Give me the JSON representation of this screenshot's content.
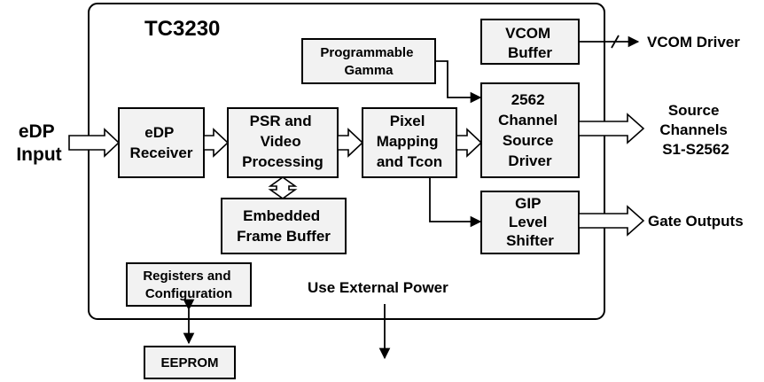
{
  "chip": {
    "title": "TC3230"
  },
  "blocks": {
    "edp_receiver": [
      "eDP",
      "Receiver"
    ],
    "psr_video": [
      "PSR and",
      "Video",
      "Processing"
    ],
    "pixel_mapping": [
      "Pixel",
      "Mapping",
      "and Tcon"
    ],
    "source_driver": [
      "2562",
      "Channel",
      "Source",
      "Driver"
    ],
    "prog_gamma": [
      "Programmable",
      "Gamma"
    ],
    "vcom_buffer": [
      "VCOM",
      "Buffer"
    ],
    "frame_buffer": [
      "Embedded",
      "Frame Buffer"
    ],
    "gip_shifter": [
      "GIP",
      "Level",
      "Shifter"
    ],
    "registers": [
      "Registers and",
      "Configuration"
    ],
    "eeprom": [
      "EEPROM"
    ]
  },
  "labels": {
    "edp_input": [
      "eDP",
      "Input"
    ],
    "vcom_driver": "VCOM Driver",
    "source_channels": [
      "Source",
      "Channels",
      "S1-S2562"
    ],
    "gate_outputs": "Gate Outputs",
    "external_power": "Use External Power"
  }
}
